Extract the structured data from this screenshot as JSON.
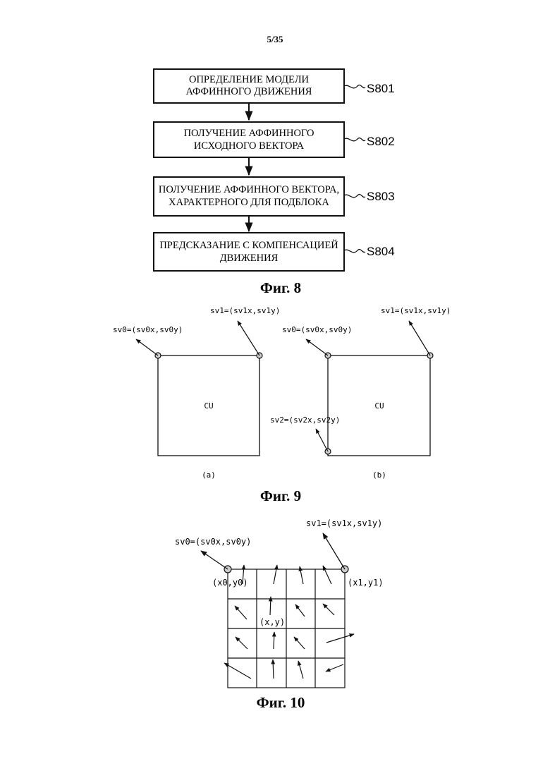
{
  "page_number": "5/35",
  "fig8": {
    "caption": "Фиг. 8",
    "steps": [
      {
        "line1": "ОПРЕДЕЛЕНИЕ МОДЕЛИ",
        "line2": "АФФИННОГО ДВИЖЕНИЯ",
        "id": "S801"
      },
      {
        "line1": "ПОЛУЧЕНИЕ АФФИННОГО",
        "line2": "ИСХОДНОГО ВЕКТОРА",
        "id": "S802"
      },
      {
        "line1": "ПОЛУЧЕНИЕ АФФИННОГО ВЕКТОРА,",
        "line2": "ХАРАКТЕРНОГО ДЛЯ ПОДБЛОКА",
        "id": "S803"
      },
      {
        "line1": "ПРЕДСКАЗАНИЕ С КОМПЕНСАЦИЕЙ",
        "line2": "ДВИЖЕНИЯ",
        "id": "S804"
      }
    ]
  },
  "fig9": {
    "caption": "Фиг. 9",
    "a": {
      "label": "(a)",
      "cu": "CU",
      "sv0": "sv0=(sv0x,sv0y)",
      "sv1": "sv1=(sv1x,sv1y)"
    },
    "b": {
      "label": "(b)",
      "cu": "CU",
      "sv0": "sv0=(sv0x,sv0y)",
      "sv1": "sv1=(sv1x,sv1y)",
      "sv2": "sv2=(sv2x,sv2y)"
    }
  },
  "fig10": {
    "caption": "Фиг. 10",
    "sv0": "sv0=(sv0x,sv0y)",
    "sv1": "sv1=(sv1x,sv1y)",
    "p0": "(x0,y0)",
    "p1": "(x1,y1)",
    "pxy": "(x,y)"
  }
}
